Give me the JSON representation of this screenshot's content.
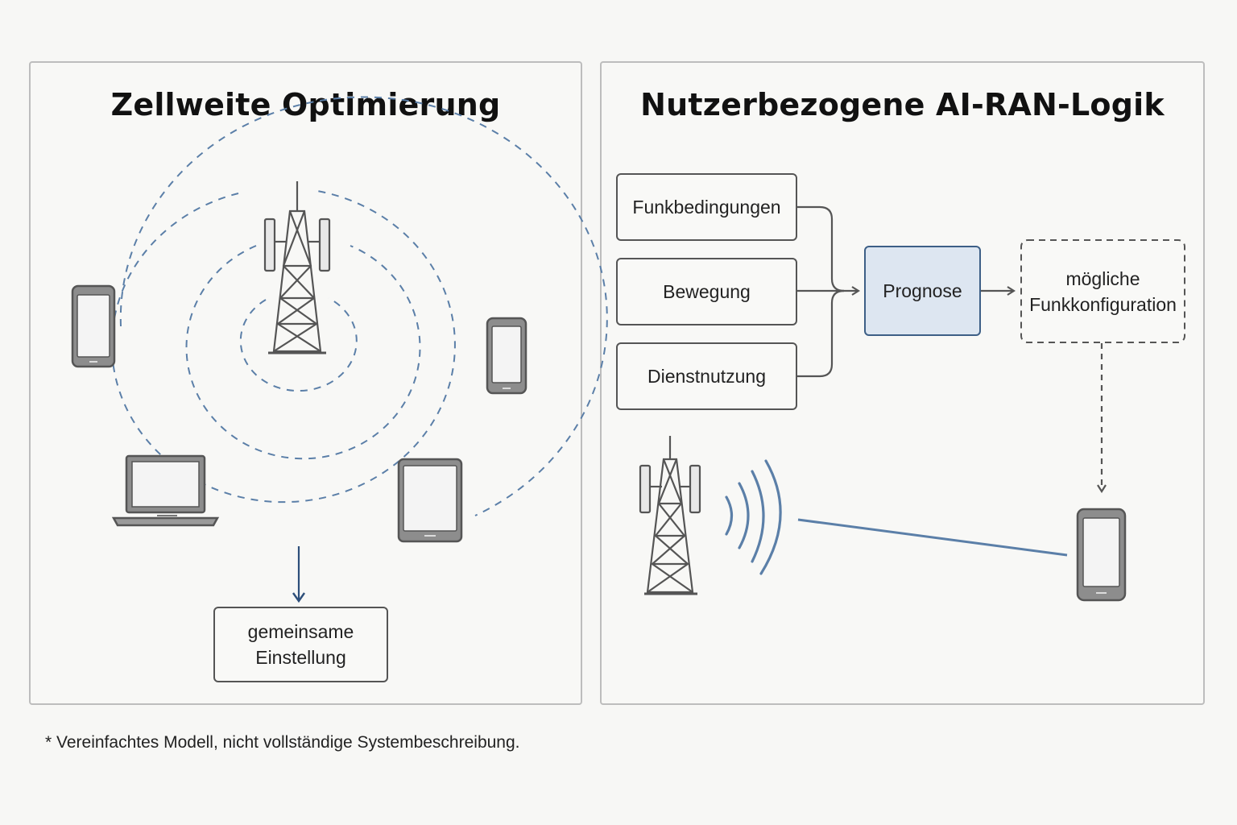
{
  "left_panel": {
    "title": "Zellweite Optimierung",
    "result_box": {
      "line1": "gemeinsame",
      "line2": "Einstellung"
    }
  },
  "right_panel": {
    "title": "Nutzerbezogene AI-RAN-Logik",
    "inputs": [
      "Funkbedingungen",
      "Bewegung",
      "Dienstnutzung"
    ],
    "prognose": "Prognose",
    "output": {
      "line1": "mögliche",
      "line2": "Funkkonfiguration"
    }
  },
  "footnote": "* Vereinfachtes Modell, nicht vollständige Systembeschreibung.",
  "colors": {
    "wave_blue": "#5b7fa8",
    "prognose_fill": "#dde6f1",
    "prognose_border": "#3d5f86",
    "arrow_dark": "#2d4f7a",
    "icon_gray": "#555555"
  }
}
